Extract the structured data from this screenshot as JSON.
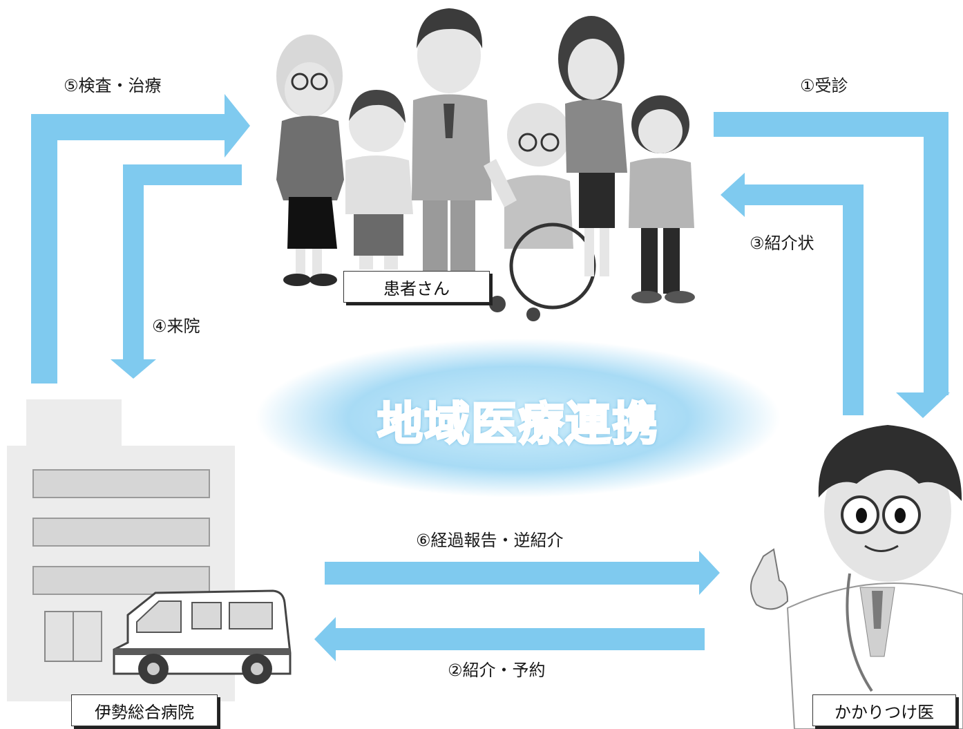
{
  "title": "地域医療連携",
  "nodes": {
    "patients": "患者さん",
    "hospital": "伊勢総合病院",
    "doctor": "かかりつけ医"
  },
  "steps": {
    "s1": "①受診",
    "s2": "②紹介・予約",
    "s3": "③紹介状",
    "s4": "④来院",
    "s5": "⑤検査・治療",
    "s6": "⑥経過報告・逆紹介"
  },
  "colors": {
    "arrow": "#7fcaef",
    "ellipse": "#a8dbf5",
    "title": "#5ec3ef"
  }
}
